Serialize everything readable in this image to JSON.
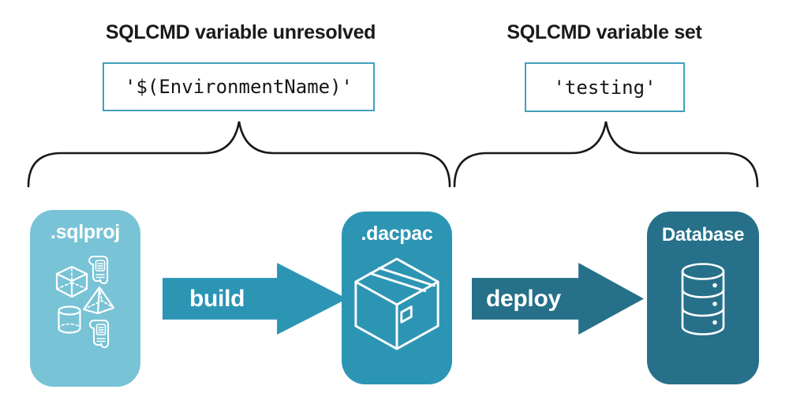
{
  "annotations": {
    "left": {
      "title": "SQLCMD variable unresolved",
      "code": "'$(EnvironmentName)'"
    },
    "right": {
      "title": "SQLCMD variable set",
      "code": "'testing'"
    }
  },
  "pipeline": {
    "nodes": [
      {
        "id": "sqlproj",
        "label": ".sqlproj",
        "fill": "#79c3d6",
        "icons": [
          "scroll-icon",
          "cube-icon",
          "pyramid-icon",
          "cylinder-icon",
          "scroll-icon"
        ]
      },
      {
        "id": "dacpac",
        "label": ".dacpac",
        "fill": "#2d95b4",
        "icons": [
          "package-box-icon"
        ]
      },
      {
        "id": "database",
        "label": "Database",
        "fill": "#26708a",
        "icons": [
          "database-cylinder-icon"
        ]
      }
    ],
    "arrows": [
      {
        "label": "build",
        "fill": "#2d95b4"
      },
      {
        "label": "deploy",
        "fill": "#26708a"
      }
    ]
  },
  "colors": {
    "background": "#ffffff",
    "code_box_border": "#41a0bd",
    "text": "#1a1a1a",
    "brace": "#181818",
    "icon_stroke": "#ffffff"
  }
}
